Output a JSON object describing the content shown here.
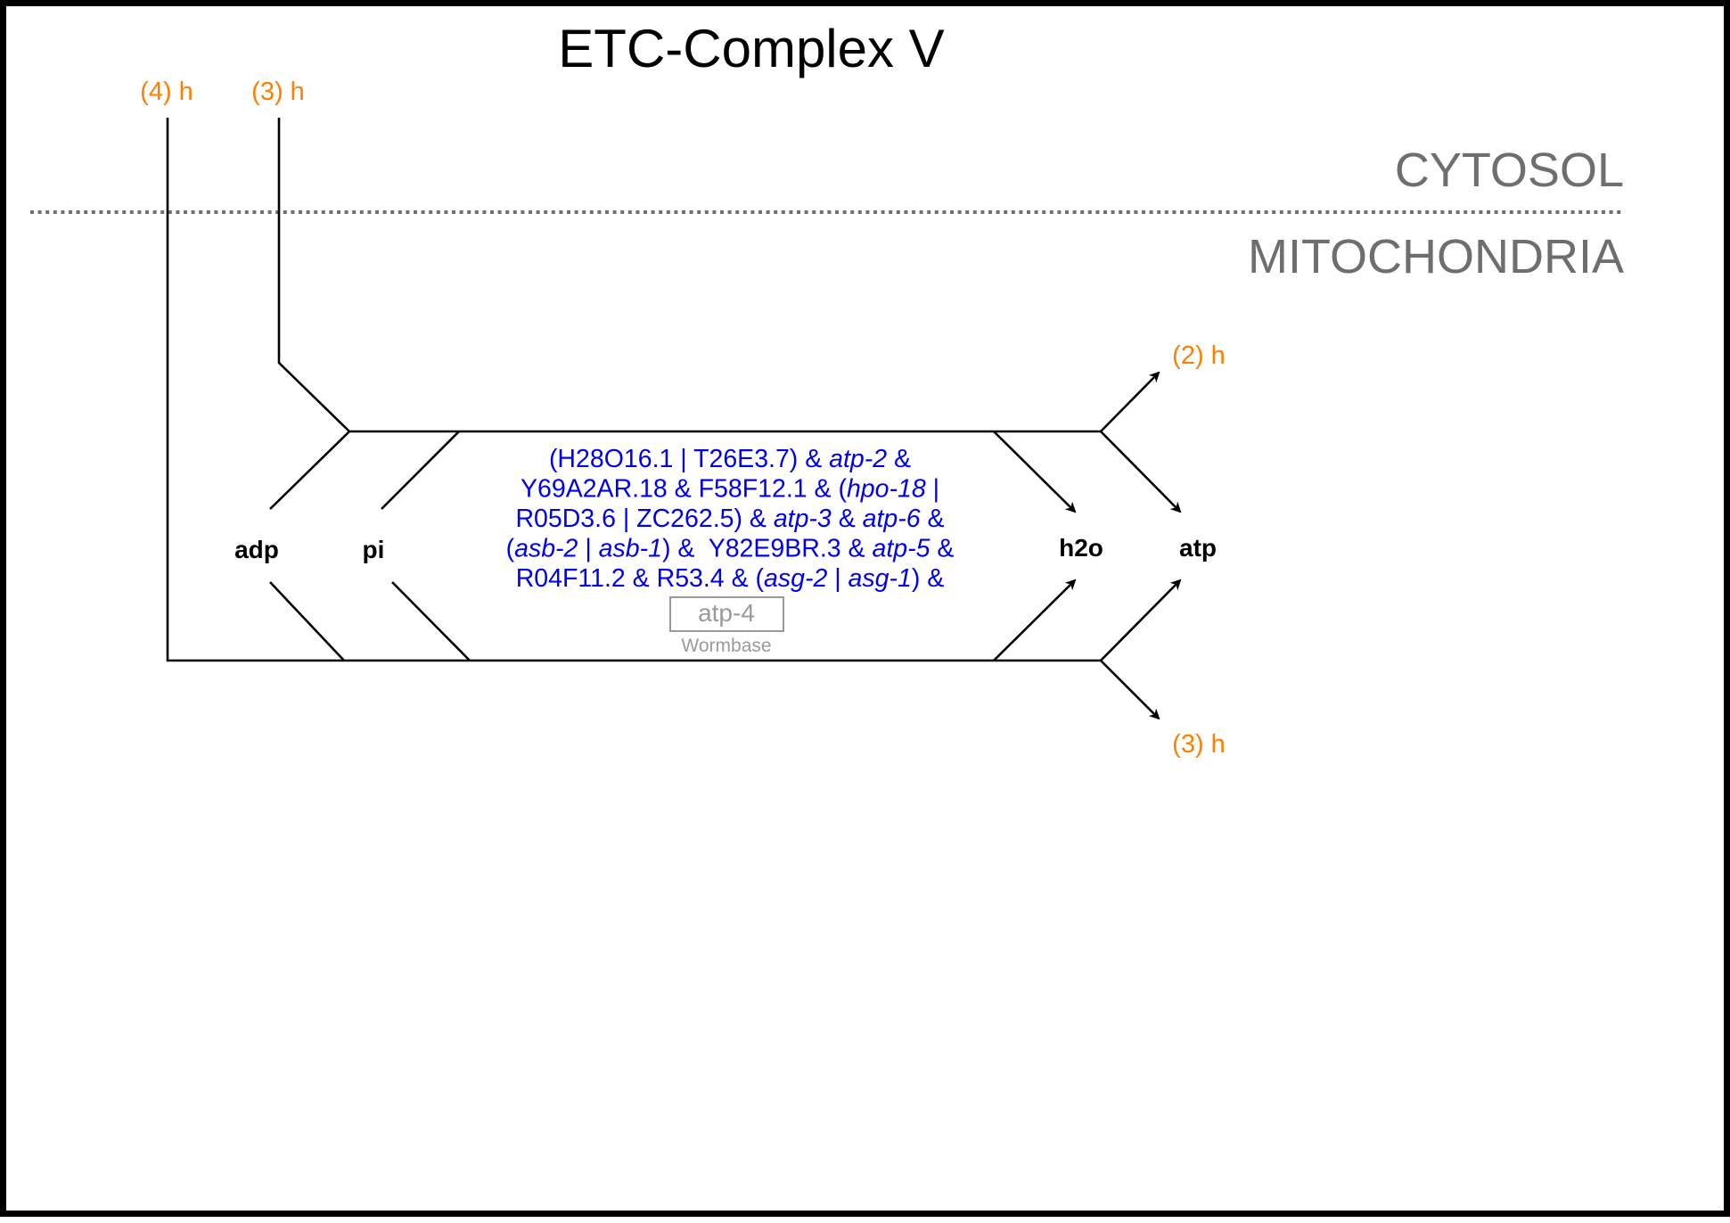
{
  "title": "ETC-Complex V",
  "compartments": {
    "outer": "CYTOSOL",
    "inner": "MITOCHONDRIA"
  },
  "reactants": {
    "proton_in_4": "(4) h",
    "proton_in_3": "(3) h",
    "adp": "adp",
    "pi": "pi"
  },
  "products": {
    "proton_out_2": "(2) h",
    "h2o": "h2o",
    "atp": "atp",
    "proton_out_3": "(3) h"
  },
  "gene_rule": {
    "lines": [
      [
        {
          "t": "(H28O16.1 | T26E3.7) & ",
          "i": false
        },
        {
          "t": "atp-2",
          "i": true
        },
        {
          "t": " &",
          "i": false
        }
      ],
      [
        {
          "t": "Y69A2AR.18 & F58F12.1 & (",
          "i": false
        },
        {
          "t": "hpo-18",
          "i": true
        },
        {
          "t": " |",
          "i": false
        }
      ],
      [
        {
          "t": "R05D3.6 | ZC262.5) & ",
          "i": false
        },
        {
          "t": "atp-3",
          "i": true
        },
        {
          "t": " & ",
          "i": false
        },
        {
          "t": "atp-6",
          "i": true
        },
        {
          "t": " &",
          "i": false
        }
      ],
      [
        {
          "t": "(",
          "i": false
        },
        {
          "t": "asb-2",
          "i": true
        },
        {
          "t": " | ",
          "i": false
        },
        {
          "t": "asb-1",
          "i": true
        },
        {
          "t": ") &  Y82E9BR.3 & ",
          "i": false
        },
        {
          "t": "atp-5",
          "i": true
        },
        {
          "t": " &",
          "i": false
        }
      ],
      [
        {
          "t": "R04F11.2 & R53.4 & (",
          "i": false
        },
        {
          "t": "asg-2",
          "i": true
        },
        {
          "t": " | ",
          "i": false
        },
        {
          "t": "asg-1",
          "i": true
        },
        {
          "t": ") &",
          "i": false
        }
      ]
    ],
    "missing_gene": "atp-4",
    "missing_gene_source": "Wormbase"
  },
  "colors": {
    "proton": "#ff7f00",
    "gene": "#0000ee",
    "compartment": "#6e6e6e",
    "missing": "#9a9a9a"
  }
}
